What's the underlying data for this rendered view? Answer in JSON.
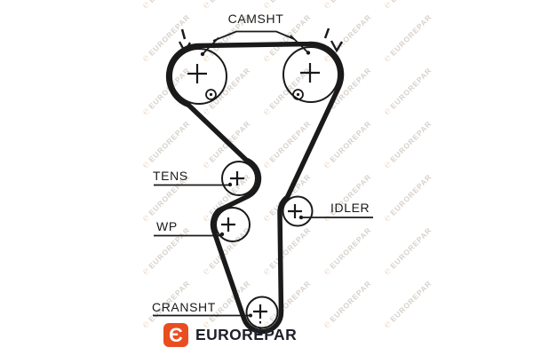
{
  "diagram": {
    "labels": {
      "camshaft": "CAMSHT",
      "tensioner": "TENS",
      "water_pump": "WP",
      "idler": "IDLER",
      "crankshaft": "CRANSHT"
    }
  },
  "watermark": {
    "glyph": "℮",
    "text": "EUROREPAR"
  },
  "logo": {
    "glyph": "Є",
    "text": "EUROREPAR"
  },
  "colors": {
    "line": "#1a1a1a",
    "logo_orange": "#e84e22",
    "logo_text": "#20202b",
    "watermark_text": "#d8d2cc",
    "watermark_glyph": "#f0d9c6"
  }
}
